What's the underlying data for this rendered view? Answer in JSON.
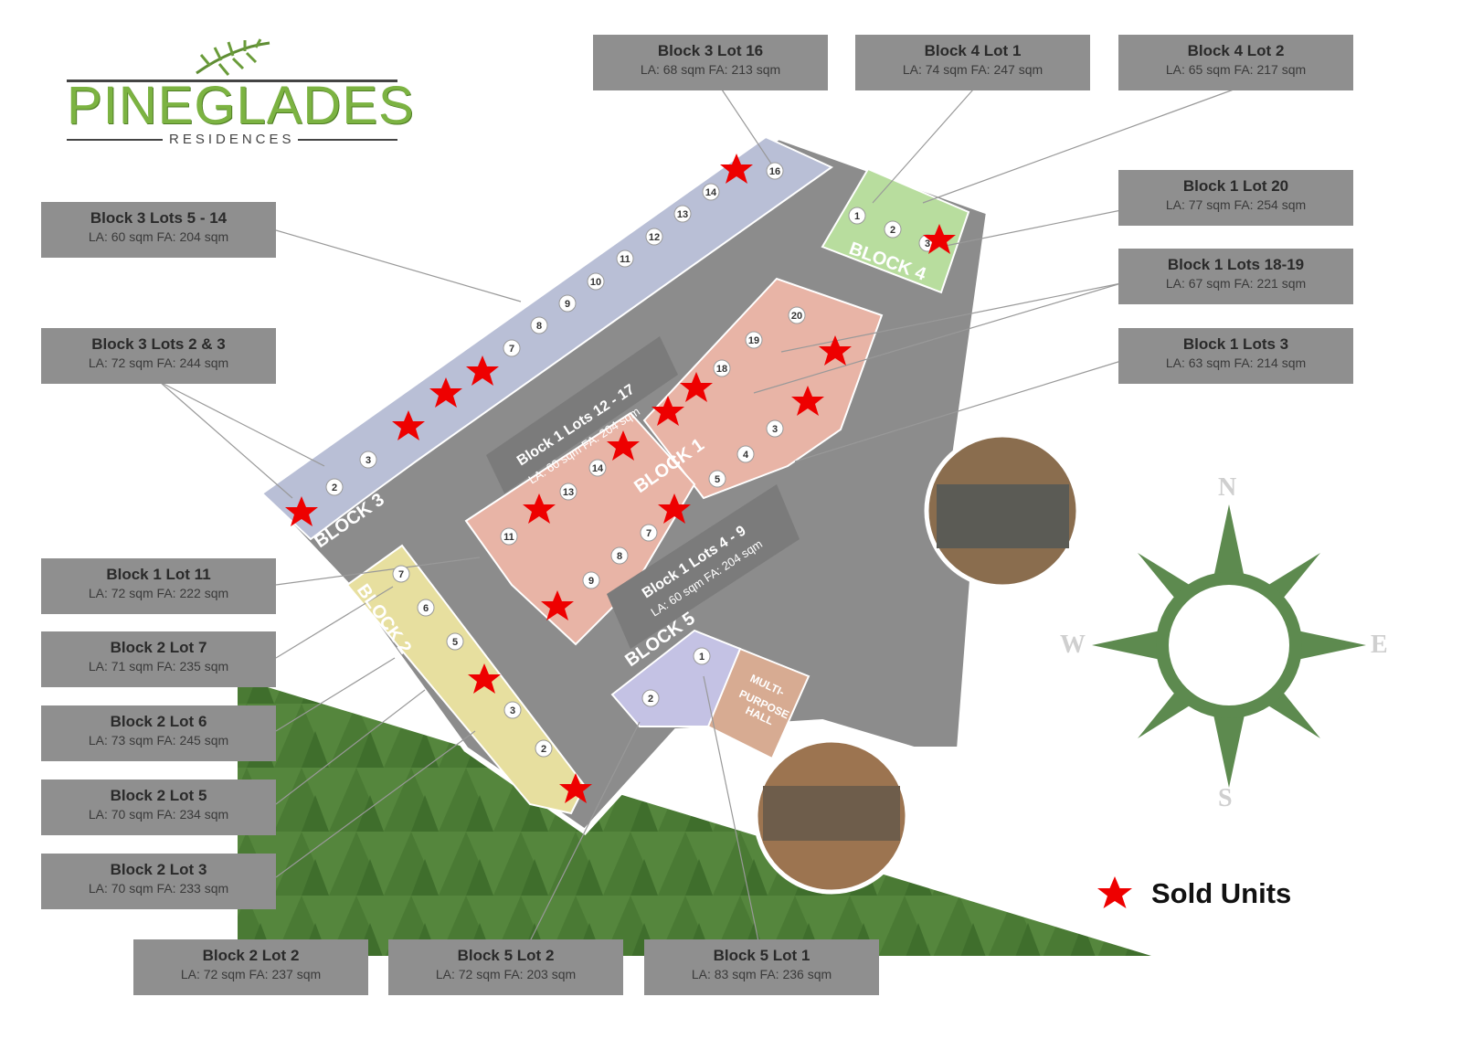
{
  "logo": {
    "name": "PINEGLADES",
    "sub": "RESIDENCES"
  },
  "legend": {
    "label": "Sold Units",
    "color": "#ee0000"
  },
  "compass": {
    "n": "N",
    "s": "S",
    "e": "E",
    "w": "W"
  },
  "map_labels": {
    "block1": "BLOCK 1",
    "block2": "BLOCK 2",
    "block3": "BLOCK 3",
    "block4": "BLOCK 4",
    "block5": "BLOCK 5",
    "hall_line1": "MULTI-",
    "hall_line2": "PURPOSE",
    "hall_line3": "HALL",
    "banner1_title": "Block 1 Lots 12 - 17",
    "banner1_sub": "LA: 60 sqm FA: 204 sqm",
    "banner2_title": "Block 1 Lots 4 - 9",
    "banner2_sub": "LA: 60 sqm FA: 204 sqm"
  },
  "lot_numbers": [
    "16",
    "14",
    "13",
    "12",
    "11",
    "10",
    "9",
    "8",
    "7",
    "3",
    "2",
    "1",
    "2",
    "3",
    "20",
    "19",
    "18",
    "3",
    "4",
    "5",
    "14",
    "13",
    "11",
    "7",
    "8",
    "9",
    "7",
    "6",
    "5",
    "3",
    "2",
    "1",
    "2"
  ],
  "callouts": [
    {
      "title": "Block 3 Lot  16",
      "sub": "LA: 68 sqm FA: 213 sqm"
    },
    {
      "title": "Block 4 Lot  1",
      "sub": "LA: 74 sqm FA: 247 sqm"
    },
    {
      "title": "Block 4 Lot  2",
      "sub": "LA: 65 sqm FA: 217 sqm"
    },
    {
      "title": "Block 1 Lot  20",
      "sub": "LA: 77 sqm FA: 254 sqm"
    },
    {
      "title": "Block 1 Lots  18-19",
      "sub": "LA: 67 sqm FA: 221 sqm"
    },
    {
      "title": "Block 1 Lots 3",
      "sub": "LA: 63 sqm FA: 214 sqm"
    },
    {
      "title": "Block 3 Lots  5 - 14",
      "sub": "LA: 60 sqm FA: 204 sqm"
    },
    {
      "title": "Block 3 Lots 2 & 3",
      "sub": "LA: 72 sqm FA: 244 sqm"
    },
    {
      "title": "Block 1 Lot 11",
      "sub": "LA: 72 sqm FA: 222 sqm"
    },
    {
      "title": "Block 2 Lot 7",
      "sub": "LA: 71 sqm FA: 235 sqm"
    },
    {
      "title": "Block 2 Lot 6",
      "sub": "LA: 73 sqm FA: 245 sqm"
    },
    {
      "title": "Block 2 Lot 5",
      "sub": "LA: 70 sqm FA: 234 sqm"
    },
    {
      "title": "Block 2 Lot 3",
      "sub": "LA: 70 sqm FA: 233 sqm"
    },
    {
      "title": "Block 2 Lot 2",
      "sub": "LA: 72 sqm FA: 237 sqm"
    },
    {
      "title": "Block 5 Lot 2",
      "sub": "LA: 72 sqm FA: 203 sqm"
    },
    {
      "title": "Block 5 Lot 1",
      "sub": "LA: 83 sqm FA: 236 sqm"
    }
  ],
  "colors": {
    "block1": "#e8b4a6",
    "block2": "#e7df9f",
    "block3": "#b9bfd6",
    "block4": "#b8dd9e",
    "block5": "#c4c2e4",
    "hall": "#d7ab92",
    "road": "#8c8c8c",
    "forest": "#4f7f3a",
    "compass": "#5d8a4f"
  }
}
